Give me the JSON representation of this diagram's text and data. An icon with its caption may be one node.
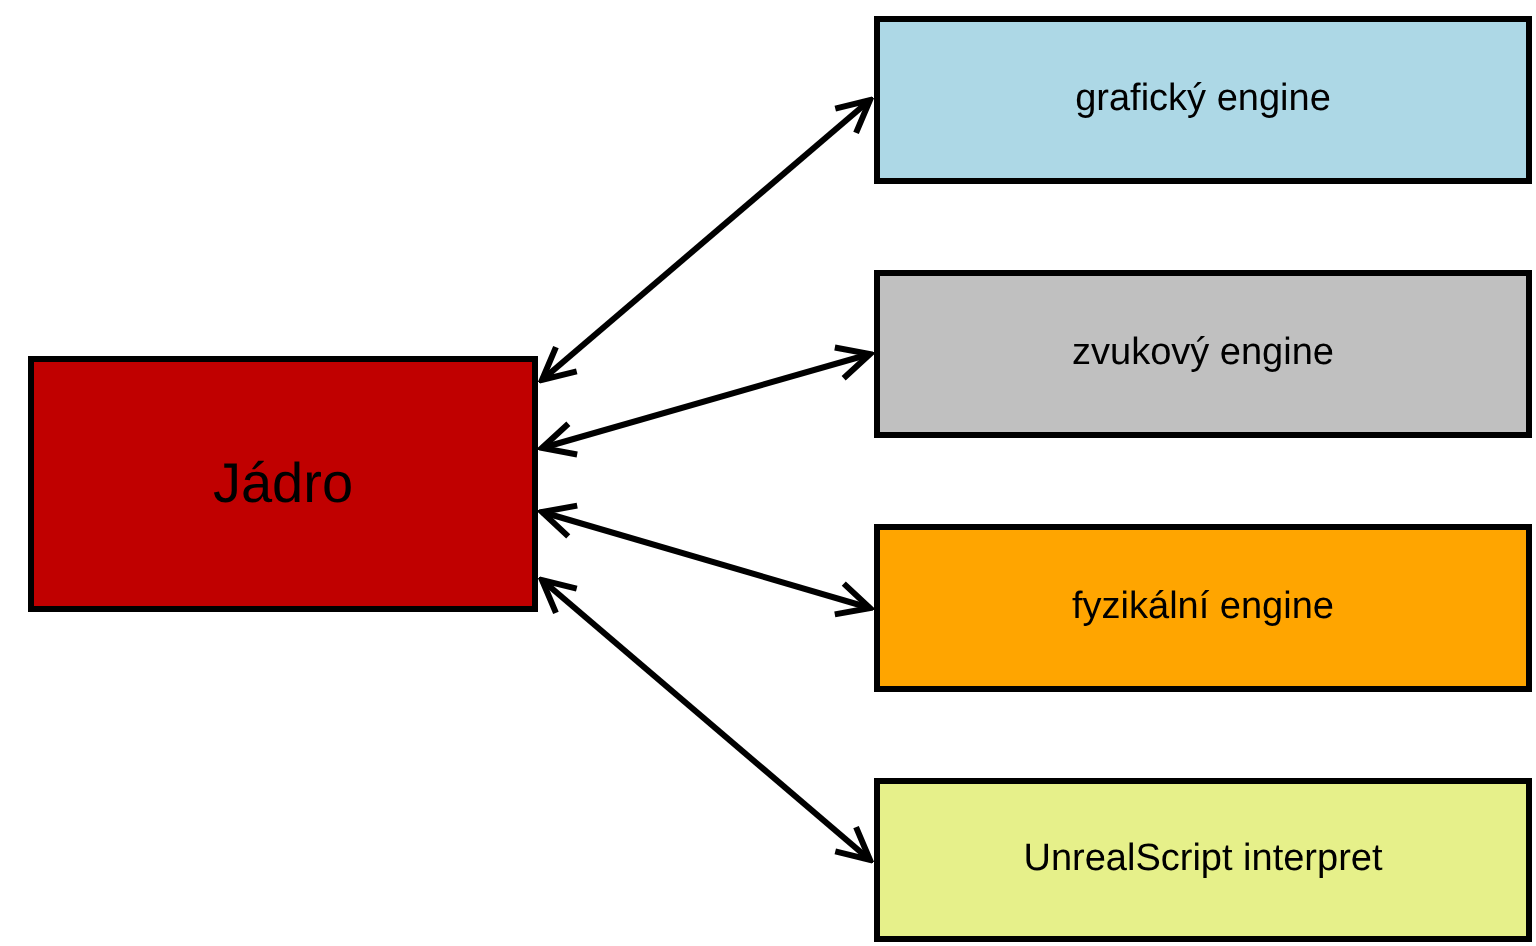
{
  "diagram": {
    "nodes": [
      {
        "text": [
          "Jádro"
        ]
      },
      {
        "text": [
          "grafický engine"
        ]
      },
      {
        "text": [
          "zvukový engine"
        ]
      },
      {
        "text": [
          "fyzikální engine"
        ]
      },
      {
        "text": [
          "UnrealScript interpret"
        ]
      }
    ],
    "edges": [
      {
        "from": 0,
        "to": 1,
        "arrow": "both"
      },
      {
        "from": 0,
        "to": 2,
        "arrow": "both"
      },
      {
        "from": 0,
        "to": 3,
        "arrow": "both"
      },
      {
        "from": 0,
        "to": 4,
        "arrow": "both"
      }
    ]
  }
}
